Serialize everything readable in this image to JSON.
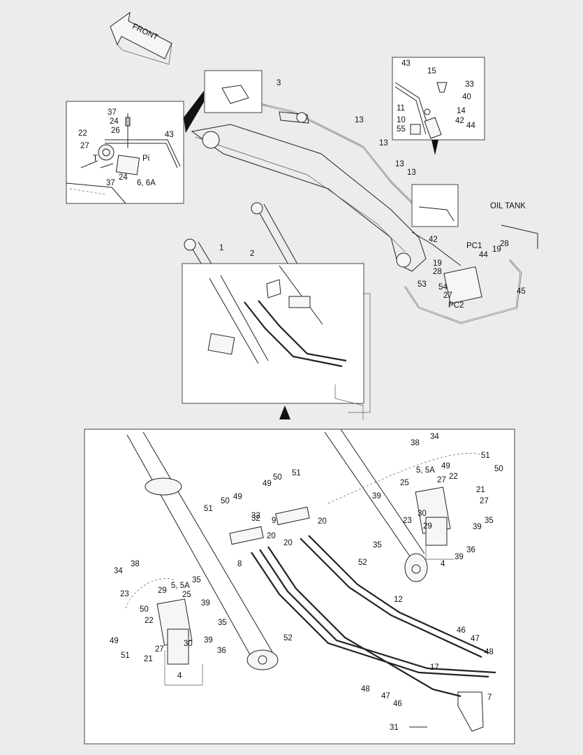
{
  "direction_label": "FRONT",
  "tank_label": "OIL TANK",
  "top_labels": [
    "3",
    "13",
    "13",
    "13",
    "13",
    "1",
    "2",
    "42",
    "44",
    "PC1",
    "28",
    "19",
    "19",
    "28",
    "54",
    "27",
    "PC2",
    "53",
    "45"
  ],
  "left_inset_labels": [
    "37",
    "24",
    "26",
    "22",
    "43",
    "27",
    "T",
    "Pi",
    "37",
    "24",
    "6, 6A"
  ],
  "right_inset_labels": [
    "43",
    "15",
    "33",
    "40",
    "11",
    "14",
    "10",
    "42",
    "55",
    "44"
  ],
  "bottom_labels": [
    "34",
    "38",
    "51",
    "50",
    "25",
    "5, 5A",
    "49",
    "27",
    "22",
    "21",
    "27",
    "39",
    "35",
    "39",
    "36",
    "4",
    "30",
    "29",
    "23",
    "39",
    "35",
    "52",
    "50",
    "51",
    "49",
    "32",
    "9",
    "20",
    "20",
    "51",
    "50",
    "49",
    "32",
    "8",
    "20",
    "12",
    "34",
    "38",
    "23",
    "29",
    "5, 5A",
    "35",
    "50",
    "25",
    "39",
    "22",
    "35",
    "49",
    "21",
    "30",
    "39",
    "51",
    "27",
    "36",
    "4",
    "52",
    "46",
    "47",
    "48",
    "17",
    "7",
    "48",
    "47",
    "46",
    "31"
  ]
}
